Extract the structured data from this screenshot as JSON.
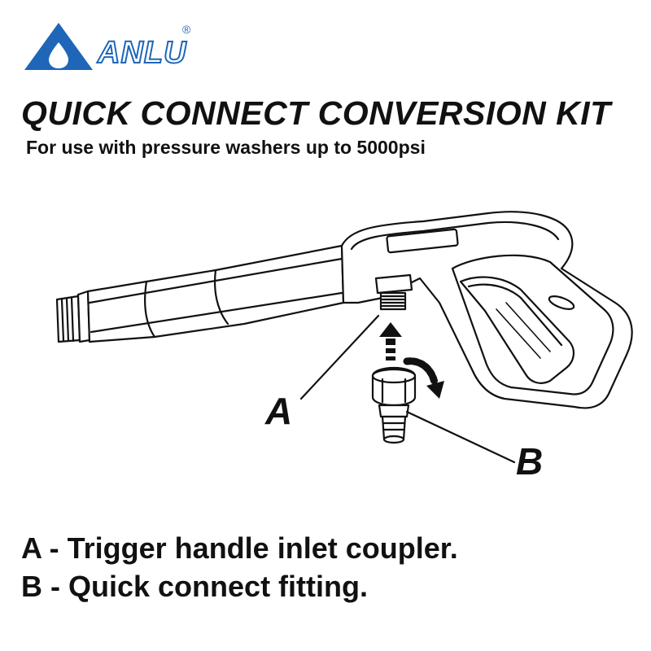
{
  "brand": {
    "name": "ANLU",
    "registered_mark": "®",
    "accent_color": "#1f66b8"
  },
  "header": {
    "title": "QUICK CONNECT CONVERSION KIT",
    "subtitle": "For use with pressure washers up to 5000psi"
  },
  "diagram": {
    "callouts": [
      {
        "id": "A",
        "label": "A"
      },
      {
        "id": "B",
        "label": "B"
      }
    ]
  },
  "legend": [
    {
      "text": "A - Trigger handle inlet coupler."
    },
    {
      "text": "B - Quick connect fitting."
    }
  ]
}
